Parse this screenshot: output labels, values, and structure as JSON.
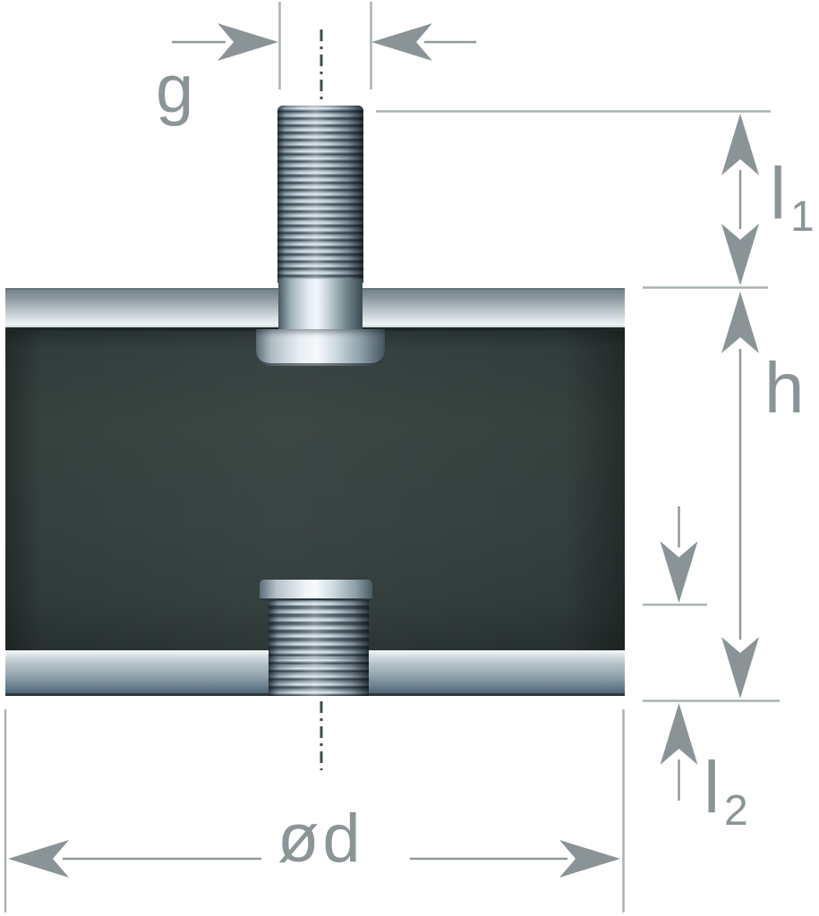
{
  "labels": {
    "thread_size": "g",
    "top_stud_length": {
      "main": "l",
      "sub": "1"
    },
    "body_height": "h",
    "bottom_thread_length": {
      "main": "l",
      "sub": "2"
    },
    "body_diameter": "ød"
  },
  "colors": {
    "background": "#ffffff",
    "dimension_gray": "#90999c",
    "label_gray": "#8b9496",
    "rubber_body": "#333e3d",
    "plate_light": "#e0e7ea",
    "plate_steel": "#4e6573",
    "metal_highlight": "#f2f7f9",
    "metal_shadow": "#3a4a52",
    "centerline_dark": "#414c4d"
  }
}
